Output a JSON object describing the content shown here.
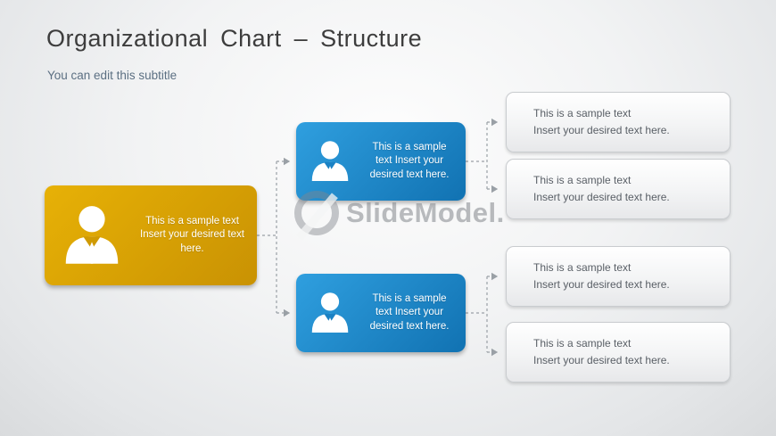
{
  "slide": {
    "title": "Organizational Chart – Structure",
    "subtitle": "You can edit this subtitle"
  },
  "org": {
    "root": {
      "text": "This is a sample text Insert your desired text here."
    },
    "managers": [
      {
        "text": "This is a sample text Insert your desired text here."
      },
      {
        "text": "This is a sample text Insert your desired text here."
      }
    ],
    "leaves": [
      {
        "line1": "This is a sample text",
        "line2": "Insert your desired text here."
      },
      {
        "line1": "This is a sample text",
        "line2": "Insert your desired text here."
      },
      {
        "line1": "This is a sample text",
        "line2": "Insert your desired text here."
      },
      {
        "line1": "This is a sample text",
        "line2": "Insert your desired text here."
      }
    ]
  },
  "watermark": {
    "text": "SlideModel",
    "dot": "."
  },
  "colors": {
    "root_box": "#d29e04",
    "manager_box": "#1b82c4",
    "leaf_box": "#f3f4f5",
    "connector": "#9aa0a6",
    "title_text": "#3d3d3d",
    "subtitle_text": "#5b6f82"
  }
}
